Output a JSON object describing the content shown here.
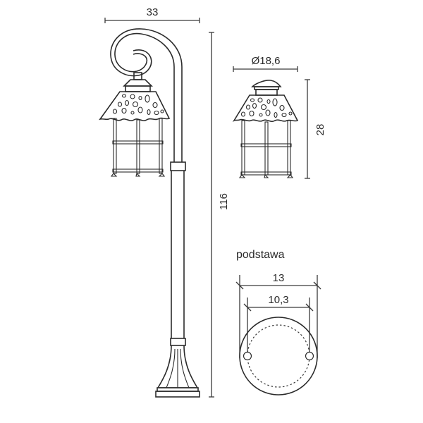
{
  "drawing": {
    "title": "Garden lamp post technical drawing",
    "units": "cm",
    "colors": {
      "line": "#2b2b2b",
      "background": "#ffffff"
    }
  },
  "front_view": {
    "width_label": "33",
    "height_label": "116"
  },
  "lantern_detail": {
    "diameter_label": "Ø18,6",
    "height_label": "28"
  },
  "base_detail": {
    "title": "podstawa",
    "outer_diameter_label": "13",
    "hole_spacing_label": "10,3"
  }
}
